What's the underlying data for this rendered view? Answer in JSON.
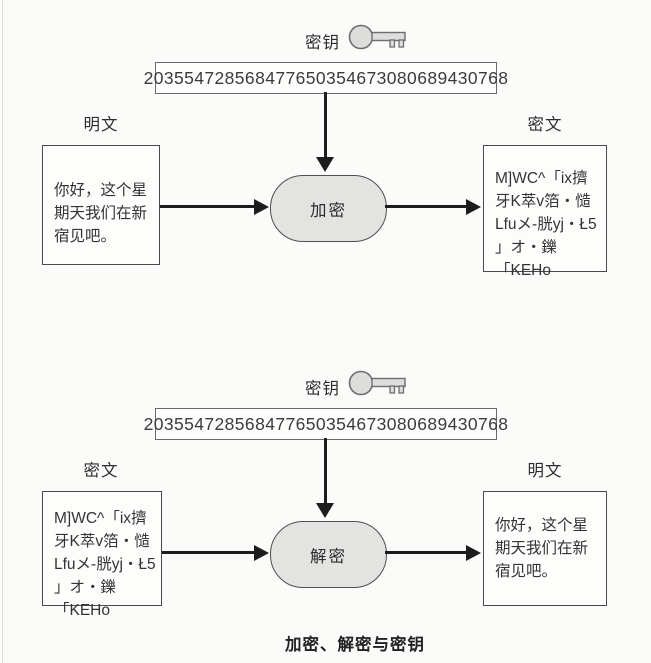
{
  "key_panel": {
    "label": "密钥",
    "value": "203554728568477650354673080689430768"
  },
  "encrypt_flow": {
    "left_label": "明文",
    "left_lines": [
      "你好，这个星",
      "期天我们在新",
      "宿见吧。"
    ],
    "process": "加密",
    "right_label": "密文",
    "right_lines": [
      "M]WC^「ix擠",
      "牙K萃v箔・慥",
      "Lfuメ-胱yj・Ł5",
      "」オ・鑠「KEHo"
    ]
  },
  "decrypt_flow": {
    "left_label": "密文",
    "left_lines": [
      "M]WC^「ix擠",
      "牙K萃v箔・慥",
      "Lfuメ-胱yj・Ł5",
      "」オ・鑠「KEHo"
    ],
    "process": "解密",
    "right_label": "明文",
    "right_lines": [
      "你好，这个星",
      "期天我们在新",
      "宿见吧。"
    ]
  },
  "caption": "加密、解密与密钥",
  "colors": {
    "background": "#fbfbf9",
    "pill_fill": "#e3e3e1",
    "arrow": "#1c1c1c",
    "box_border": "#4a4a4a"
  }
}
